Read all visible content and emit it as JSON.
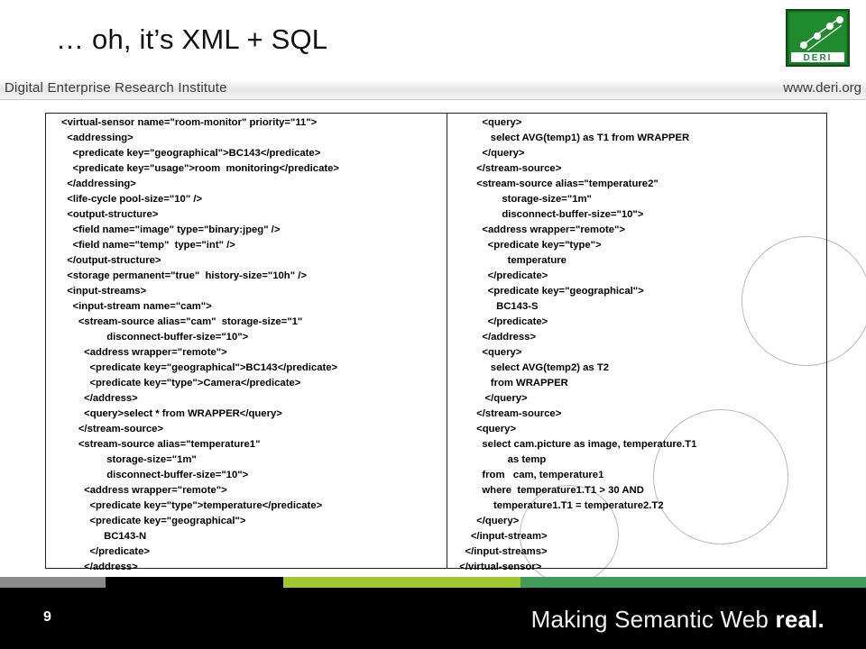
{
  "slide": {
    "title": "… oh, it’s XML + SQL",
    "header_left": "Digital Enterprise Research Institute",
    "header_right": "www.deri.org",
    "logo_text": "DERI",
    "page_number": "9",
    "tagline_prefix": "Making Semantic Web ",
    "tagline_bold": "real."
  },
  "colors": {
    "logo_green": "#1f8a2e",
    "footer_gray": "#8c8c8c",
    "footer_black": "#000000",
    "footer_lime": "#a2c632",
    "footer_green": "#3f9c5a"
  },
  "left_code": [
    "<virtual-sensor name=\"room-monitor\" priority=\"11\">",
    "  <addressing>",
    "    <predicate key=\"geographical\">BC143</predicate>",
    "    <predicate key=\"usage\">room  monitoring</predicate>",
    "  </addressing>",
    "  <life-cycle pool-size=\"10\" />",
    "  <output-structure>",
    "    <field name=\"image\" type=\"binary:jpeg\" />",
    "    <field name=\"temp\"  type=\"int\" />",
    "  </output-structure>",
    "  <storage permanent=\"true\"  history-size=\"10h\" />",
    "  <input-streams>",
    "    <input-stream name=\"cam\">",
    "      <stream-source alias=\"cam\"  storage-size=\"1\"",
    "                disconnect-buffer-size=\"10\">",
    "        <address wrapper=\"remote\">",
    "          <predicate key=\"geographical\">BC143</predicate>",
    "          <predicate key=\"type\">Camera</predicate>",
    "        </address>",
    "        <query>select * from WRAPPER</query>",
    "      </stream-source>",
    "      <stream-source alias=\"temperature1\"",
    "                storage-size=\"1m\"",
    "                disconnect-buffer-size=\"10\">",
    "        <address wrapper=\"remote\">",
    "          <predicate key=\"type\">temperature</predicate>",
    "          <predicate key=\"geographical\">",
    "               BC143-N",
    "          </predicate>",
    "        </address>"
  ],
  "right_code": [
    "          <query>",
    "             select AVG(temp1) as T1 from WRAPPER",
    "          </query>",
    "        </stream-source>",
    "        <stream-source alias=\"temperature2\"",
    "                 storage-size=\"1m\"",
    "                 disconnect-buffer-size=\"10\">",
    "          <address wrapper=\"remote\">",
    "            <predicate key=\"type\">",
    "                   temperature",
    "            </predicate>",
    "            <predicate key=\"geographical\">",
    "               BC143-S",
    "            </predicate>",
    "          </address>",
    "          <query>",
    "             select AVG(temp2) as T2",
    "             from WRAPPER",
    "           </query>",
    "        </stream-source>",
    "        <query>",
    "          select cam.picture as image, temperature.T1",
    "                   as temp",
    "          from   cam, temperature1",
    "          where  temperature1.T1 > 30 AND",
    "              temperature1.T1 = temperature2.T2",
    "        </query>",
    "      </input-stream>",
    "    </input-streams>",
    "  </virtual-sensor>"
  ]
}
